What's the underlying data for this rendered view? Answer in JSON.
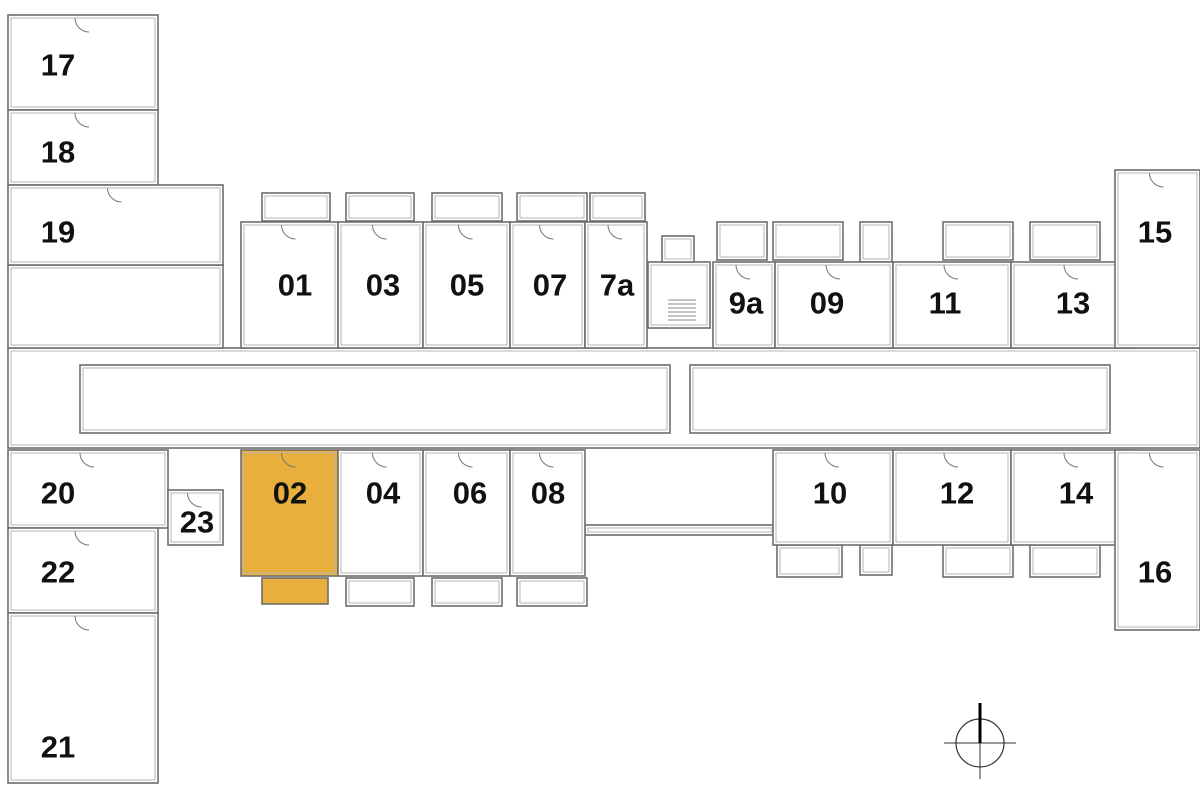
{
  "plan": {
    "highlight_color": "#E9AF3C",
    "selected_unit": "02",
    "units": [
      {
        "id": "17",
        "label": "17"
      },
      {
        "id": "18",
        "label": "18"
      },
      {
        "id": "19",
        "label": "19"
      },
      {
        "id": "01",
        "label": "01"
      },
      {
        "id": "03",
        "label": "03"
      },
      {
        "id": "05",
        "label": "05"
      },
      {
        "id": "07",
        "label": "07"
      },
      {
        "id": "7a",
        "label": "7a"
      },
      {
        "id": "9a",
        "label": "9a"
      },
      {
        "id": "09",
        "label": "09"
      },
      {
        "id": "11",
        "label": "11"
      },
      {
        "id": "13",
        "label": "13"
      },
      {
        "id": "15",
        "label": "15"
      },
      {
        "id": "20",
        "label": "20"
      },
      {
        "id": "23",
        "label": "23"
      },
      {
        "id": "22",
        "label": "22"
      },
      {
        "id": "02",
        "label": "02"
      },
      {
        "id": "04",
        "label": "04"
      },
      {
        "id": "06",
        "label": "06"
      },
      {
        "id": "08",
        "label": "08"
      },
      {
        "id": "10",
        "label": "10"
      },
      {
        "id": "12",
        "label": "12"
      },
      {
        "id": "14",
        "label": "14"
      },
      {
        "id": "16",
        "label": "16"
      },
      {
        "id": "21",
        "label": "21"
      }
    ],
    "compass_icon": "north-arrow-icon"
  }
}
